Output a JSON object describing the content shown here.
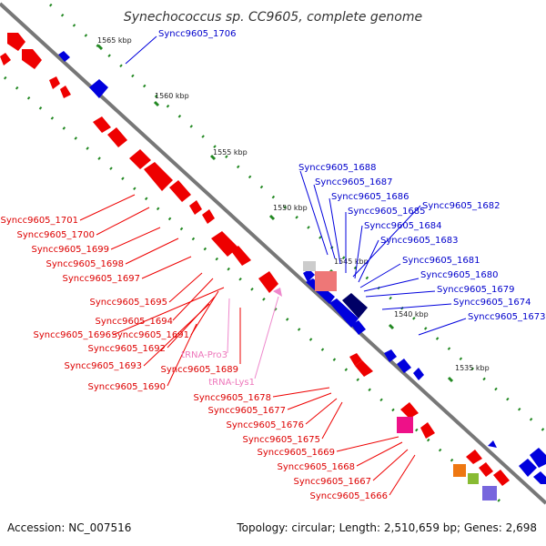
{
  "title": "Synechococcus sp. CC9605, complete genome",
  "accession": "Accession: NC_007516",
  "summary": "Topology: circular; Length: 2,510,659 bp; Genes: 2,698",
  "scale_labels": [
    "1565 kbp",
    "1560 kbp",
    "1555 kbp",
    "1550 kbp",
    "1545 kbp",
    "1540 kbp",
    "1535 kbp"
  ],
  "colors": {
    "forward": "#0000dd",
    "forward_dark": "#000066",
    "reverse": "#ee0000",
    "trna": "#ee88cc",
    "tick": "#228822",
    "backbone": "#777777"
  },
  "forward_labels": [
    "Syncc9605_1706",
    "Syncc9605_1688",
    "Syncc9605_1687",
    "Syncc9605_1686",
    "Syncc9605_1685",
    "Syncc9605_1682",
    "Syncc9605_1684",
    "Syncc9605_1683",
    "Syncc9605_1681",
    "Syncc9605_1680",
    "Syncc9605_1679",
    "Syncc9605_1674",
    "Syncc9605_1673"
  ],
  "reverse_labels": [
    "Syncc9605_1701",
    "Syncc9605_1700",
    "Syncc9605_1699",
    "Syncc9605_1698",
    "Syncc9605_1697",
    "Syncc9605_1695",
    "Syncc9605_1694",
    "Syncc9605_1696",
    "Syncc9605_1691",
    "Syncc9605_1692",
    "Syncc9605_1693",
    "Syncc9605_1689",
    "Syncc9605_1690",
    "Syncc9605_1678",
    "Syncc9605_1677",
    "Syncc9605_1676",
    "Syncc9605_1675",
    "Syncc9605_1669",
    "Syncc9605_1668",
    "Syncc9605_1667",
    "Syncc9605_1666"
  ],
  "trna_labels": [
    "tRNA-Pro3",
    "tRNA-Lys1"
  ]
}
